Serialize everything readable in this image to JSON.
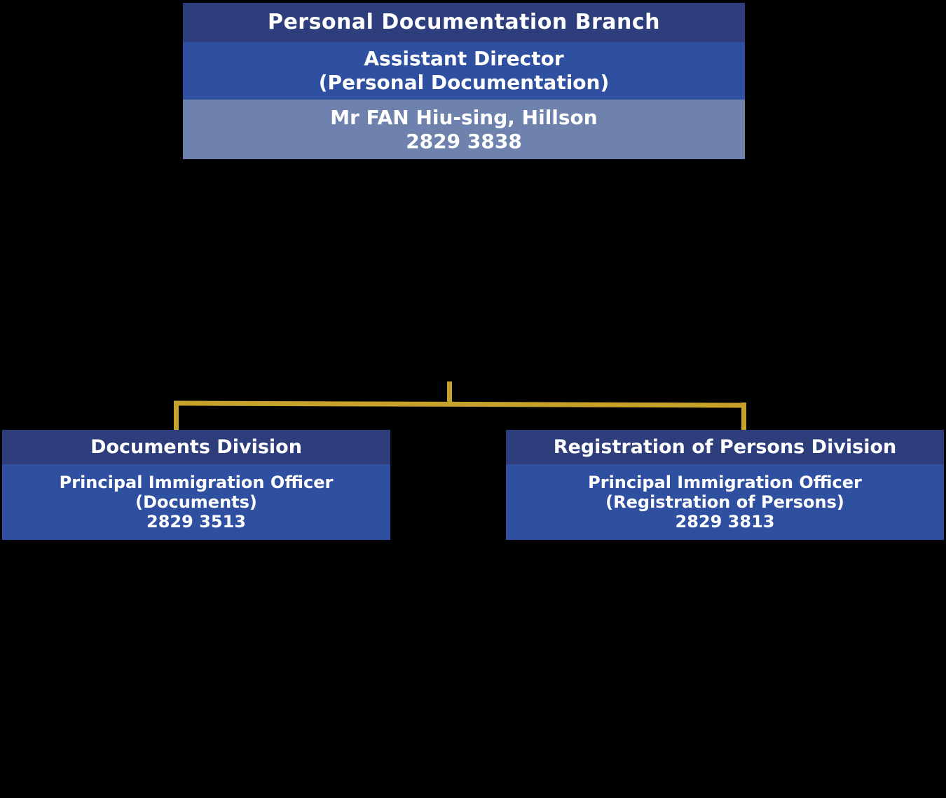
{
  "page": {
    "background_color": "#000000",
    "text_color": "#FFFFFF"
  },
  "colors": {
    "title_band_dark_blue": "#2E3E7C",
    "post_band_medium_blue": "#2F4FA0",
    "person_band_light_blue": "#6F82AE",
    "connector_gold": "#C6A22B"
  },
  "org_chart": {
    "root": {
      "branch_title": "Personal Documentation Branch",
      "post_title_line1": "Assistant Director",
      "post_title_line2": "(Personal Documentation)",
      "officer_name": "Mr FAN Hiu-sing, Hillson",
      "phone": "2829 3838"
    },
    "divisions": [
      {
        "title": "Documents Division",
        "post_title_line1": "Principal Immigration Officer",
        "post_title_line2": "(Documents)",
        "phone": "2829 3513"
      },
      {
        "title": "Registration of Persons Division",
        "post_title_line1": "Principal Immigration Officer",
        "post_title_line2": "(Registration of Persons)",
        "phone": "2829 3813"
      }
    ]
  }
}
